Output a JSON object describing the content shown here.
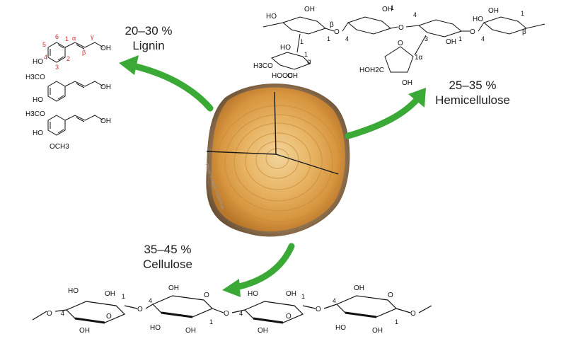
{
  "components": {
    "lignin": {
      "percent": "20–30 %",
      "name": "Lignin"
    },
    "hemicellulose": {
      "percent": "25–35 %",
      "name": "Hemicellulose"
    },
    "cellulose": {
      "percent": "35–45 %",
      "name": "Cellulose"
    }
  },
  "photo_credit": "Photo © Hajdú Katalinnak",
  "arrow_color": "#3aa935",
  "lignin_structures": {
    "ring_numbers": [
      "1",
      "2",
      "3",
      "4",
      "5",
      "6"
    ],
    "chain_labels": [
      "α",
      "β",
      "γ"
    ],
    "oh": "OH",
    "ho": "HO",
    "methoxy_top": "H3CO",
    "methoxy_bottom": "OCH3"
  },
  "hemicellulose_structure": {
    "oh": "OH",
    "ho": "HO",
    "o": "O",
    "beta": "β",
    "alpha": "α",
    "one_alpha": "1α",
    "positions": [
      "1",
      "4",
      "1",
      "4",
      "3",
      "1",
      "4",
      "1"
    ],
    "side_numbers": [
      "1",
      "1"
    ],
    "h3co": "H3CO",
    "hooc": "HOOC",
    "hoh2c": "HOH2C"
  },
  "cellulose_structure": {
    "oh": "OH",
    "ho": "HO",
    "o": "O",
    "positions": [
      "4",
      "1",
      "4",
      "1",
      "4",
      "1",
      "4",
      "1"
    ]
  }
}
